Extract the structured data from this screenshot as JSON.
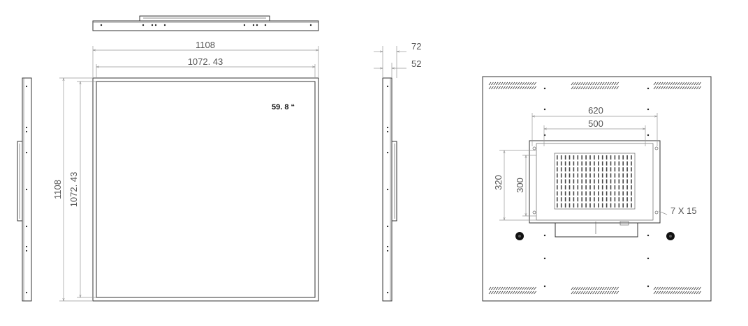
{
  "front_view": {
    "outer_width": "1108",
    "inner_width": "1072. 43",
    "outer_height": "1108",
    "inner_height": "1072. 43",
    "screen_size": "59. 8 “"
  },
  "side_view": {
    "depth_total": "72",
    "depth_body": "52"
  },
  "rear_view": {
    "vesa_outer_width": "620",
    "vesa_inner_width": "500",
    "vesa_outer_height": "320",
    "vesa_inner_height": "300",
    "screw_spec": "7 X 15"
  }
}
